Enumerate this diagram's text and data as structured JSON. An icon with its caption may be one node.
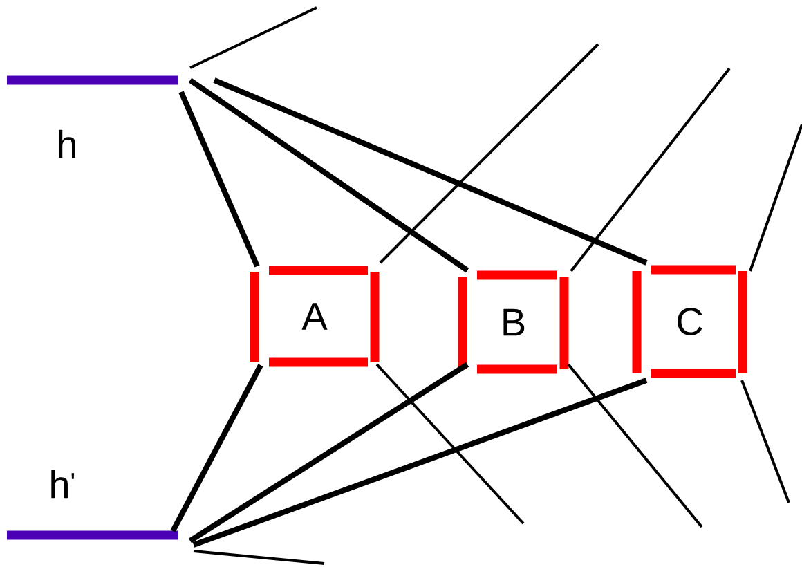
{
  "diagram": {
    "nodes": [
      {
        "text": [
          "h"
        ]
      },
      {
        "text": [
          "h$^{'}$"
        ]
      },
      {
        "text": [
          "A"
        ]
      },
      {
        "text": [
          "B"
        ]
      },
      {
        "text": [
          "C"
        ]
      }
    ],
    "edges": [
      {
        "from": 0,
        "to": 2,
        "arrow": "none",
        "style": "thick"
      },
      {
        "from": 0,
        "to": 3,
        "arrow": "none",
        "style": "thick"
      },
      {
        "from": 0,
        "to": 4,
        "arrow": "none",
        "style": "thick"
      },
      {
        "from": 1,
        "to": 2,
        "arrow": "none",
        "style": "thick"
      },
      {
        "from": 1,
        "to": 3,
        "arrow": "none",
        "style": "thick"
      },
      {
        "from": 1,
        "to": 4,
        "arrow": "none",
        "style": "thick"
      },
      {
        "from": 0,
        "to": null,
        "arrow": "none"
      },
      {
        "from": 2,
        "to": null,
        "arrow": "none"
      },
      {
        "from": 2,
        "to": null,
        "arrow": "none"
      },
      {
        "from": 3,
        "to": null,
        "arrow": "none"
      },
      {
        "from": 3,
        "to": null,
        "arrow": "none"
      },
      {
        "from": 4,
        "to": null,
        "arrow": "none"
      },
      {
        "from": 4,
        "to": null,
        "arrow": "none"
      },
      {
        "from": 1,
        "to": null,
        "arrow": "none"
      }
    ]
  }
}
